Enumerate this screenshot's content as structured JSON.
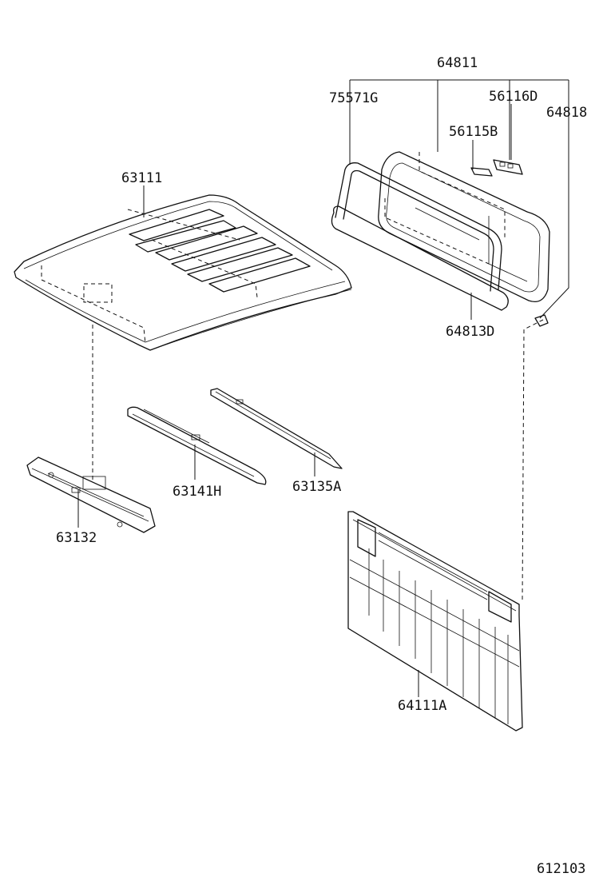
{
  "labels": {
    "p64811": "64811",
    "p75571g": "75571G",
    "p56116d": "56116D",
    "p64818": "64818",
    "p56115b": "56115B",
    "p63111": "63111",
    "p64813d": "64813D",
    "p63141h": "63141H",
    "p63135a": "63135A",
    "p63132": "63132",
    "p64111a": "64111A"
  },
  "figure_id": "612103"
}
